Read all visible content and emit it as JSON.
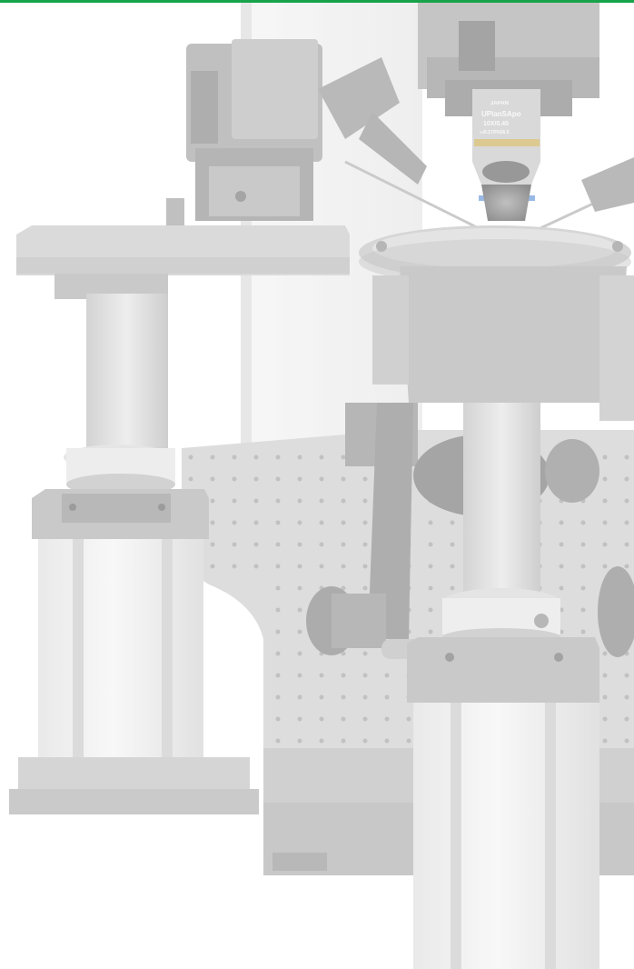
{
  "top_bar": {
    "color": "#16a34a"
  },
  "photo": {
    "subject": "microscope-rig-image",
    "palette": {
      "light": "#ececec",
      "mid": "#d9d9d9",
      "dark": "#bdbdbd",
      "darker": "#9f9f9f",
      "deep": "#7a7a7a"
    },
    "objective_label": {
      "brand_small": "JAPAN",
      "line1": "UPlanSApo",
      "line2": "10X/0.40",
      "line3": "∞/0.17/FN26.5"
    }
  }
}
